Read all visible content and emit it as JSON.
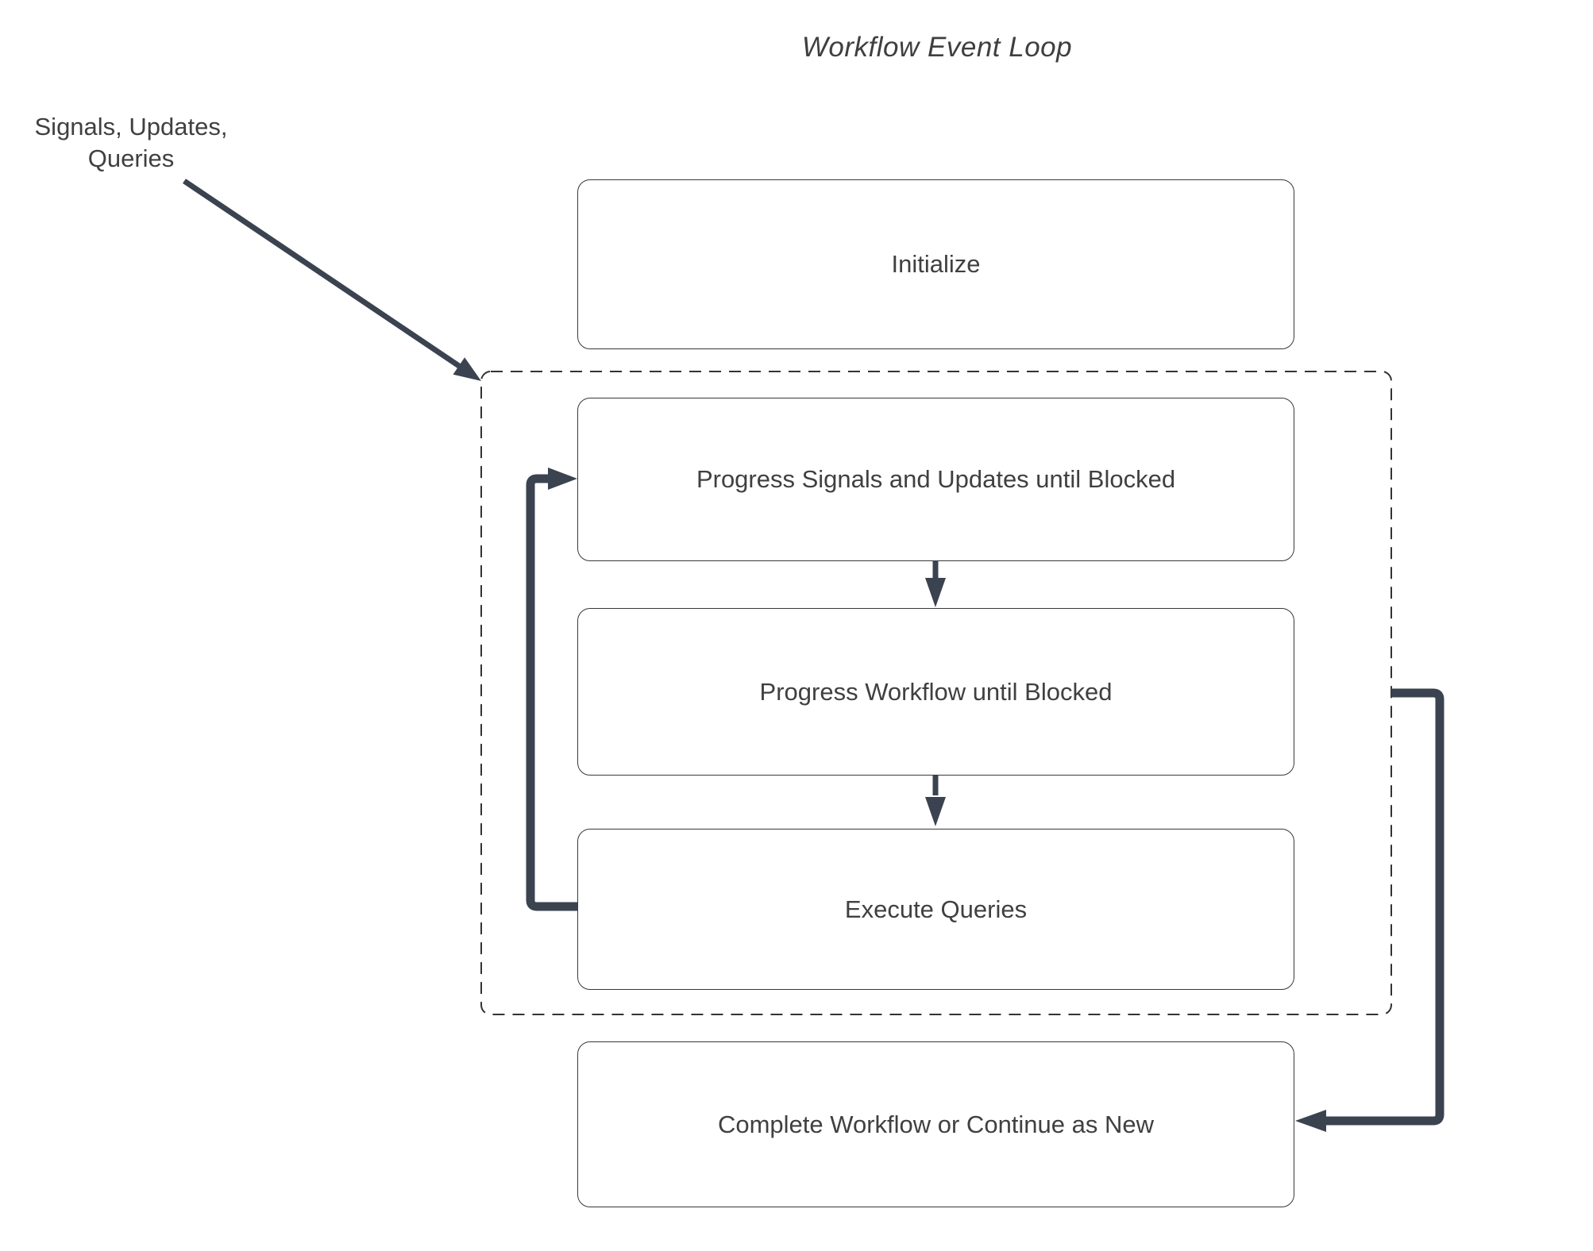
{
  "title": "Workflow Event Loop",
  "annotation": {
    "label": "Signals, Updates, Queries"
  },
  "nodes": {
    "initialize": {
      "label": "Initialize"
    },
    "progress_signals": {
      "label": "Progress Signals and Updates until Blocked"
    },
    "progress_workflow": {
      "label": "Progress Workflow until Blocked"
    },
    "execute_queries": {
      "label": "Execute Queries"
    },
    "complete": {
      "label": "Complete Workflow or Continue as New"
    }
  },
  "groups": {
    "event_loop": {
      "style": "dashed",
      "contains": [
        "progress_signals",
        "progress_workflow",
        "execute_queries"
      ]
    }
  },
  "edges": [
    {
      "from": "annotation",
      "to": "event_loop_group",
      "type": "thin-diagonal-arrow"
    },
    {
      "from": "progress_signals",
      "to": "progress_workflow",
      "type": "down-arrow"
    },
    {
      "from": "progress_workflow",
      "to": "execute_queries",
      "type": "down-arrow"
    },
    {
      "from": "execute_queries",
      "to": "progress_signals",
      "type": "thick-loop-back-left"
    },
    {
      "from": "event_loop_group",
      "to": "complete",
      "type": "thick-exit-right"
    }
  ],
  "colors": {
    "arrow": "#3b4350",
    "box_border": "#383838",
    "dashed_border": "#333333",
    "text": "#404040",
    "background": "#ffffff"
  }
}
